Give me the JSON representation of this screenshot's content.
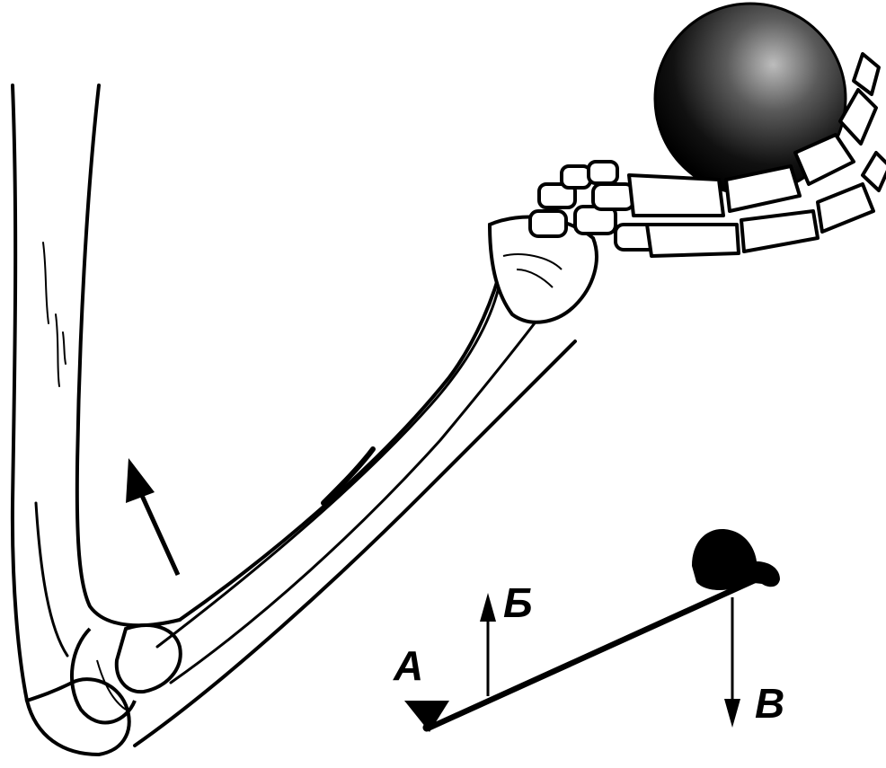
{
  "labels": {
    "pivot": "A",
    "effort": "Б",
    "load": "B"
  },
  "colors": {
    "ink": "#000000",
    "bone_fill": "#ffffff",
    "background": "#ffffff"
  },
  "icons": [
    "humerus-bone",
    "forearm-bones",
    "hand-bones",
    "ball",
    "muscle-force-arrow",
    "lever-schematic",
    "fulcrum-triangle"
  ]
}
